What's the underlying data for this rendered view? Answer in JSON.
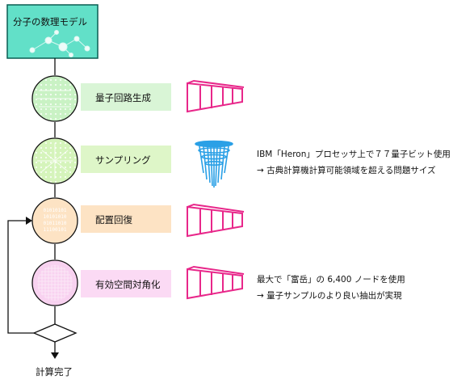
{
  "title": "分子の数理モデル",
  "steps": [
    {
      "label": "量子回路生成",
      "color": "#d9f5d6",
      "circle": "#c9f2c4"
    },
    {
      "label": "サンプリング",
      "color": "#def6c8",
      "circle": "#d5f4bb"
    },
    {
      "label": "配置回復",
      "color": "#fde3c4",
      "circle": "#fde3c4"
    },
    {
      "label": "有効空間対角化",
      "color": "#fbdaf4",
      "circle": "#f8d2f0"
    }
  ],
  "notes": {
    "heron_line1": "IBM「Heron」プロセッサ上で７７量子ビット使用",
    "heron_line2": "→ 古典計算機計算可能領域を超える問題サイズ",
    "fugaku_line1": "最大で「富岳」の 6,400 ノードを使用",
    "fugaku_line2": "→ 量子サンプルのより良い抽出が実現"
  },
  "end_label": "計算完了",
  "colors": {
    "title_bg": "#62e0c8",
    "magenta": "#e8278a",
    "blue": "#2aa0e6"
  }
}
